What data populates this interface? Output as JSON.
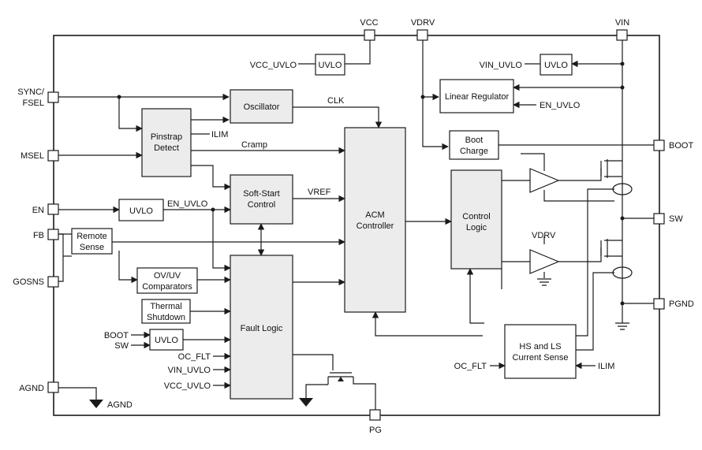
{
  "pins": {
    "vcc": "VCC",
    "vdrv": "VDRV",
    "vin": "VIN",
    "sync1": "SYNC/",
    "sync2": "FSEL",
    "msel": "MSEL",
    "en": "EN",
    "fb": "FB",
    "gosns": "GOSNS",
    "agnd": "AGND",
    "pg": "PG",
    "boot": "BOOT",
    "sw": "SW",
    "pgnd": "PGND"
  },
  "blocks": {
    "uvlo_vcc": "UVLO",
    "uvlo_vin": "UVLO",
    "uvlo_en": "UVLO",
    "uvlo_boot": "UVLO",
    "linear_regulator": "Linear Regulator",
    "oscillator": "Oscillator",
    "pinstrap": [
      "Pinstrap",
      "Detect"
    ],
    "softstart": [
      "Soft-Start",
      "Control"
    ],
    "remote_sense": [
      "Remote",
      "Sense"
    ],
    "ovuv": [
      "OV/UV",
      "Comparators"
    ],
    "thermal": [
      "Thermal",
      "Shutdown"
    ],
    "fault_logic": "Fault Logic",
    "acm": [
      "ACM",
      "Controller"
    ],
    "boot_charge": [
      "Boot",
      "Charge"
    ],
    "control_logic": [
      "Control",
      "Logic"
    ],
    "current_sense": [
      "HS and LS",
      "Current Sense"
    ]
  },
  "signals": {
    "vcc_uvlo": "VCC_UVLO",
    "vin_uvlo": "VIN_UVLO",
    "en_uvlo_lr": "EN_UVLO",
    "clk": "CLK",
    "ilim_pinstrap": "ILIM",
    "cramp": "Cramp",
    "en_uvlo": "EN_UVLO",
    "vref": "VREF",
    "vdrv_ls": "VDRV",
    "boot_in": "BOOT",
    "sw_in": "SW",
    "oc_flt_fault": "OC_FLT",
    "vin_uvlo_fault": "VIN_UVLO",
    "vcc_uvlo_fault": "VCC_UVLO",
    "oc_flt_cs": "OC_FLT",
    "ilim_cs": "ILIM",
    "agnd_gnd": "AGND"
  }
}
